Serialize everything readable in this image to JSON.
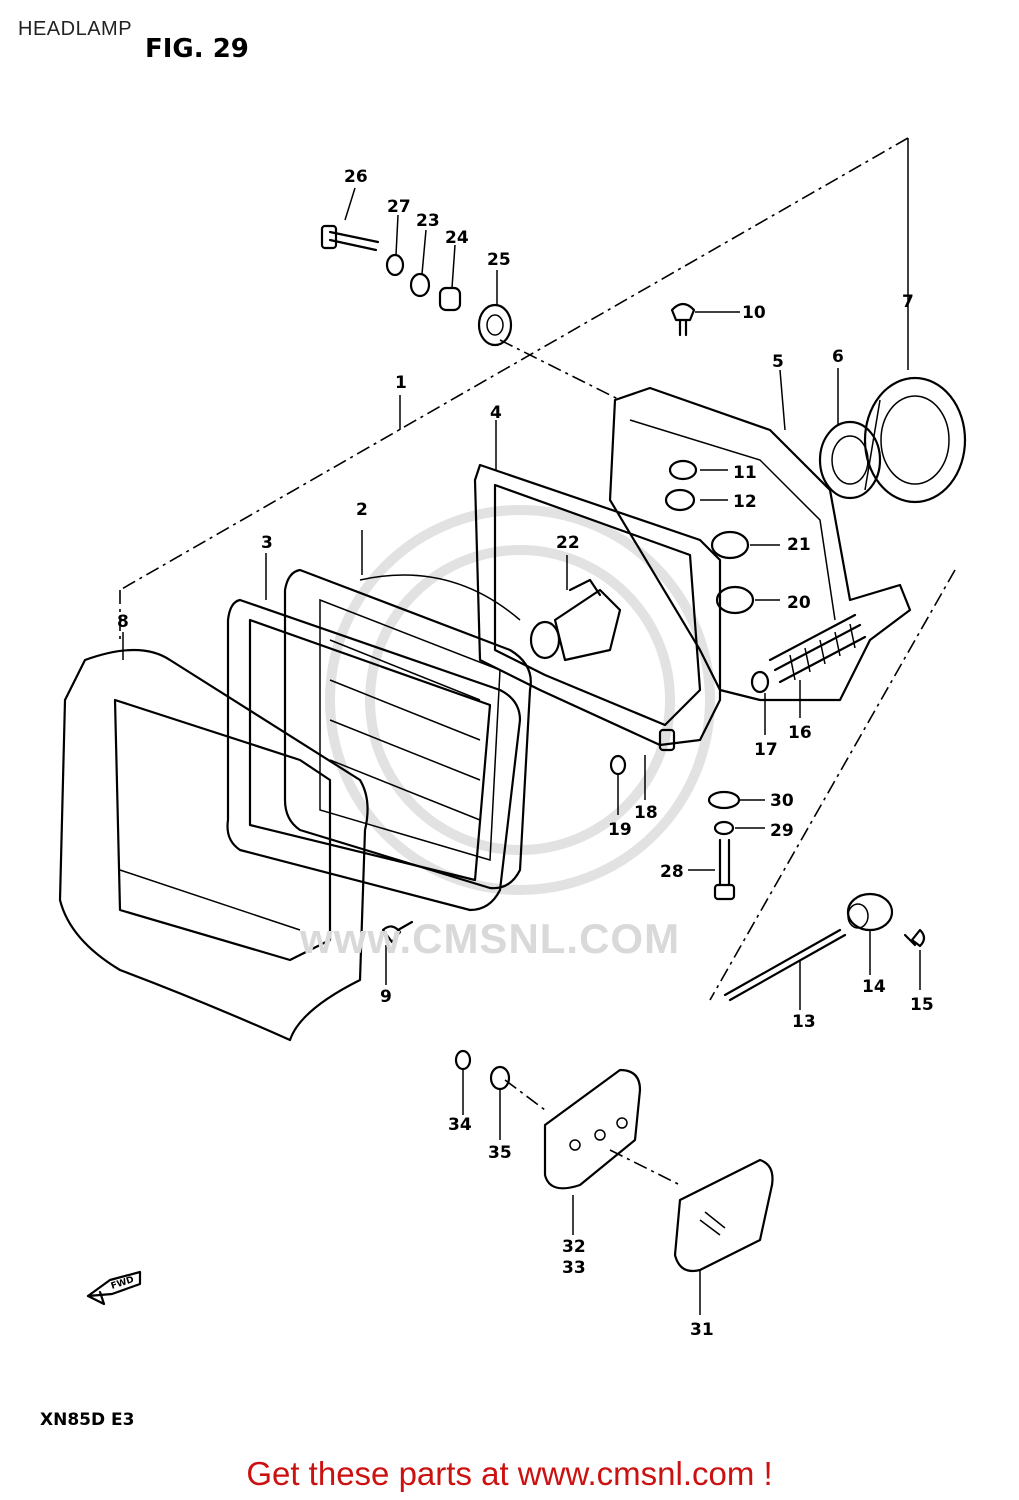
{
  "page": {
    "title": "HEADLAMP",
    "figure": "FIG. 29",
    "model": "XN85D  E3",
    "footer": "Get these parts at www.cmsnl.com !",
    "watermark": "www.CMSNL.COM"
  },
  "parts": [
    {
      "number": "1"
    },
    {
      "number": "2"
    },
    {
      "number": "3"
    },
    {
      "number": "4"
    },
    {
      "number": "5"
    },
    {
      "number": "6"
    },
    {
      "number": "7"
    },
    {
      "number": "8"
    },
    {
      "number": "9"
    },
    {
      "number": "10"
    },
    {
      "number": "11"
    },
    {
      "number": "12"
    },
    {
      "number": "13"
    },
    {
      "number": "14"
    },
    {
      "number": "15"
    },
    {
      "number": "16"
    },
    {
      "number": "17"
    },
    {
      "number": "18"
    },
    {
      "number": "19"
    },
    {
      "number": "20"
    },
    {
      "number": "21"
    },
    {
      "number": "22"
    },
    {
      "number": "23"
    },
    {
      "number": "24"
    },
    {
      "number": "25"
    },
    {
      "number": "26"
    },
    {
      "number": "27"
    },
    {
      "number": "28"
    },
    {
      "number": "29"
    },
    {
      "number": "30"
    },
    {
      "number": "31"
    },
    {
      "number": "32"
    },
    {
      "number": "33"
    },
    {
      "number": "34"
    },
    {
      "number": "35"
    }
  ],
  "arrow_label": "FWD",
  "colors": {
    "footer": "#cc1111",
    "watermark": "#d9d9d9",
    "ink": "#000000"
  }
}
